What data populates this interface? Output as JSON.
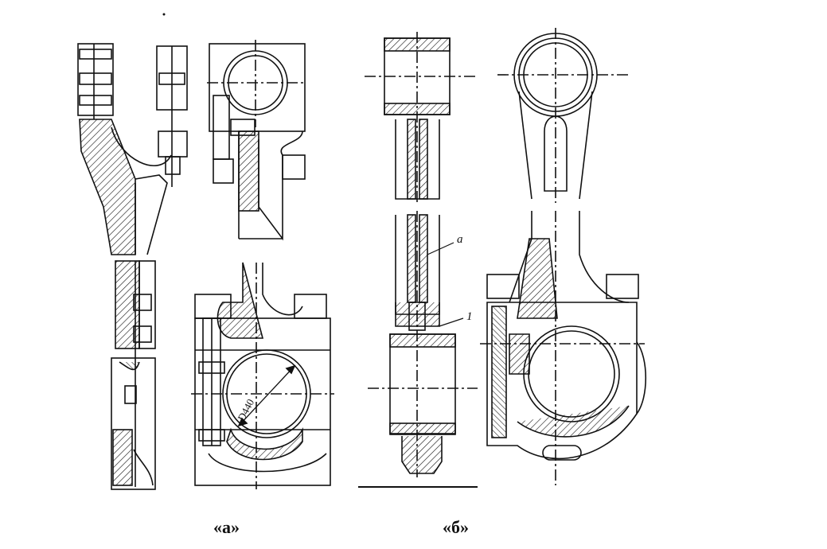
{
  "figure": {
    "caption_a": "«а»",
    "caption_b": "«б»",
    "dimension_label": "D440",
    "callout_a": "a",
    "callout_1": "1"
  },
  "colors": {
    "ink": "#111111",
    "background": "#ffffff"
  }
}
